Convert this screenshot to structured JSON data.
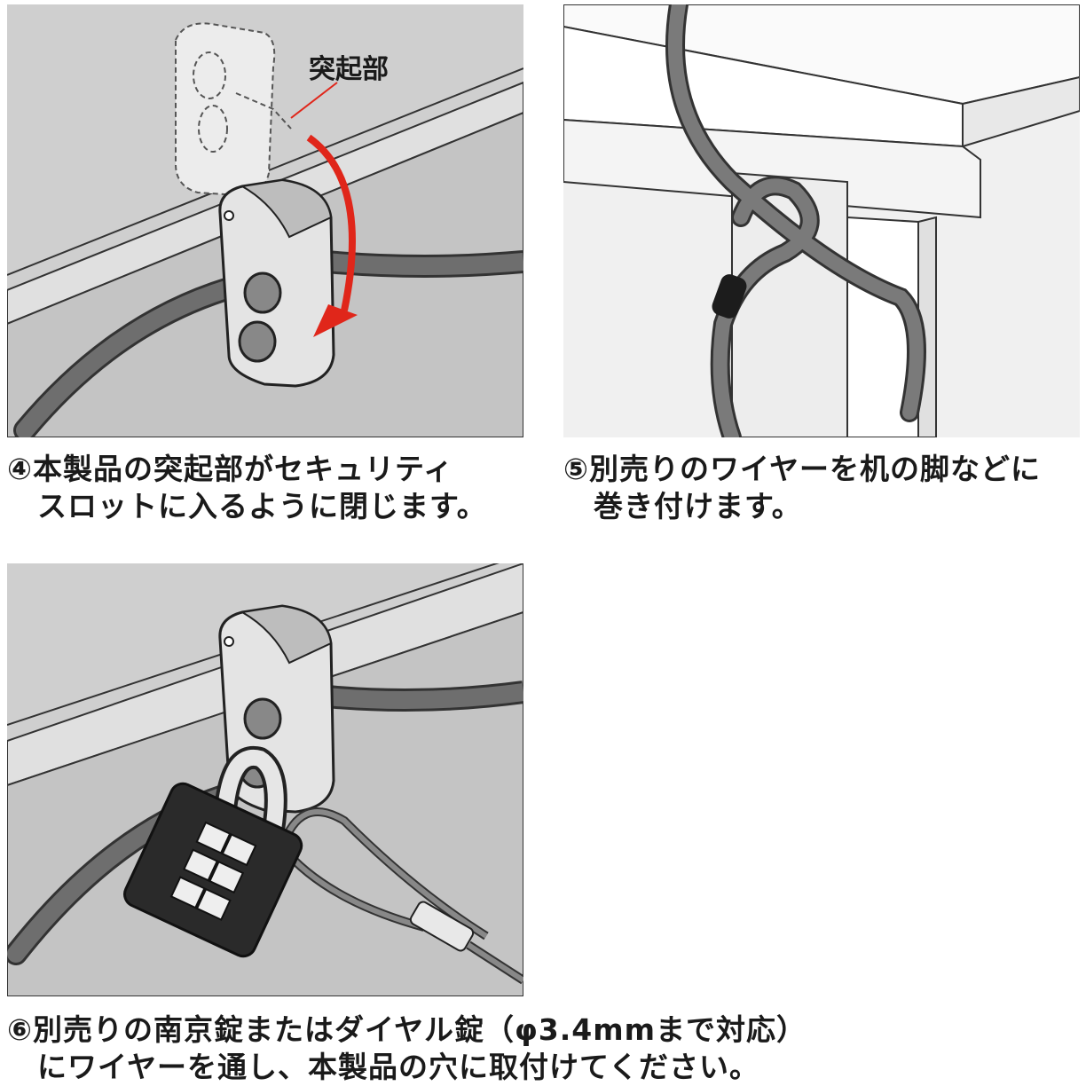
{
  "steps": [
    {
      "lines": [
        "④本製品の突起部がセキュリティ",
        "　スロットに入るように閉じます。"
      ],
      "callout": "突起部"
    },
    {
      "lines": [
        "⑤別売りのワイヤーを机の脚などに",
        "　巻き付けます。"
      ]
    },
    {
      "lines": [
        "⑥別売りの南京錠またはダイヤル錠（φ3.4mmまで対応）",
        "　にワイヤーを通し、本製品の穴に取付けてください。"
      ]
    }
  ],
  "colors": {
    "panel_bg": "#cfcfcf",
    "wire": "#6e6e6e",
    "lock_body": "#2a2a2a",
    "arrow": "#e0261a",
    "device": "#e4e4e4"
  },
  "icons": [
    "red-rotation-arrow",
    "dial-lock",
    "security-clamp",
    "wire-cable"
  ]
}
